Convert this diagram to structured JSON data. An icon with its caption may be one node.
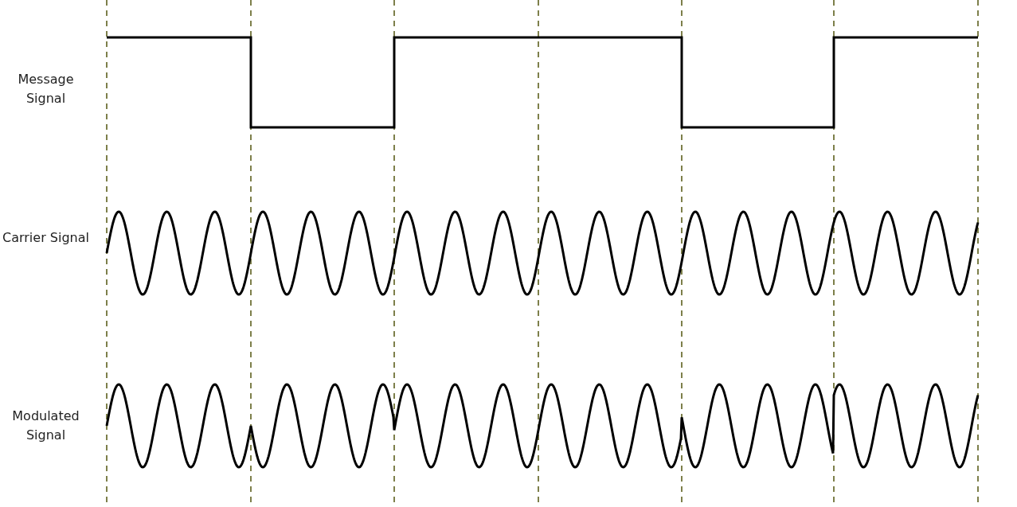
{
  "diagram": {
    "labels": [
      "Message Signal",
      "Carrier Signal",
      "Modulated Signal"
    ]
  }
}
